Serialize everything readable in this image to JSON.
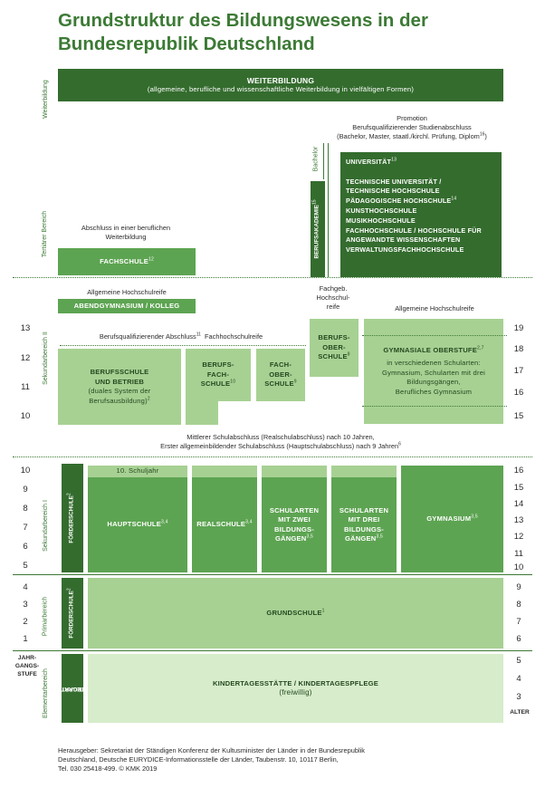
{
  "title_line1": "Grundstruktur des Bildungswesens in der",
  "title_line2": "Bundesrepublik Deutschland",
  "areas": {
    "weiterbildung": "Weiterbildung",
    "tertiaer": "Tertiärer Bereich",
    "sek2": "Sekundarbereich II",
    "sek1": "Sekundarbereich I",
    "primar": "Primarbereich",
    "elementar": "Elementarbereich"
  },
  "weiterbildung": {
    "title": "WEITERBILDUNG",
    "sub": "(allgemeine, berufliche und wissenschaftliche Weiterbildung in vielfältigen Formen)"
  },
  "promotion": {
    "line1": "Promotion",
    "line2": "Berufsqualifizierender Studienabschluss",
    "line3": "(Bachelor, Master, staatl./kirchl. Prüfung, Diplom",
    "line3_sup": "16",
    "line3_end": ")"
  },
  "bachelor": "Bachelor",
  "berufsakademie": "BERUFSAKADEMIE",
  "berufsakademie_sup": "15",
  "universities": [
    {
      "text": "UNIVERSITÄT",
      "sup": "13"
    },
    {
      "text": "",
      "sup": ""
    },
    {
      "text": "TECHNISCHE UNIVERSITÄT /",
      "sup": ""
    },
    {
      "text": "TECHNISCHE HOCHSCHULE",
      "sup": ""
    },
    {
      "text": "PÄDAGOGISCHE HOCHSCHULE",
      "sup": "14"
    },
    {
      "text": "KUNSTHOCHSCHULE",
      "sup": ""
    },
    {
      "text": "MUSIKHOCHSCHULE",
      "sup": ""
    },
    {
      "text": "FACHHOCHSCHULE / HOCHSCHULE FÜR",
      "sup": ""
    },
    {
      "text": "ANGEWANDTE WISSENSCHAFTEN",
      "sup": ""
    },
    {
      "text": "VERWALTUNGSFACHHOCHSCHULE",
      "sup": ""
    }
  ],
  "abschluss_beruf": {
    "line1": "Abschluss in einer beruflichen",
    "line2": "Weiterbildung"
  },
  "fachschule": {
    "text": "FACHSCHULE",
    "sup": "12"
  },
  "allg_hochschulreife_left": "Allgemeine Hochschulreife",
  "abendgymnasium": "ABENDGYMNASIUM / KOLLEG",
  "fachgeb": {
    "line1": "Fachgeb.",
    "line2": "Hochschul-",
    "line3": "reife"
  },
  "allg_hochschulreife_right": "Allgemeine Hochschulreife",
  "berufsqual": {
    "text": "Berufsqualifizierender Abschluss",
    "sup": "11",
    "text2": "Fachhochschulreife"
  },
  "berufsschule": {
    "line1": "BERUFSSCHULE",
    "line2": "UND BETRIEB",
    "line3": "(duales System der",
    "line4": "Berufsausbildung)",
    "sup": "2"
  },
  "berufsfachschule": {
    "line1": "BERUFS-",
    "line2": "FACH-",
    "line3": "SCHULE",
    "sup": "10"
  },
  "fachoberschule": {
    "line1": "FACH-",
    "line2": "OBER-",
    "line3": "SCHULE",
    "sup": "9"
  },
  "berufsoberschule": {
    "line1": "BERUFS-",
    "line2": "OBER-",
    "line3": "SCHULE",
    "sup": "8"
  },
  "gym_oberstufe": {
    "line1": "GYMNASIALE OBERSTUFE",
    "sup": "2,7",
    "line2": "in verschiedenen Schularten:",
    "line3": "Gymnasium, Schularten mit drei",
    "line4": "Bildungsgängen,",
    "line5": "Berufliches Gymnasium"
  },
  "mittlerer": {
    "line1": "Mittlerer Schulabschluss (Realschulabschluss) nach 10 Jahren,",
    "line2": "Erster allgemeinbildender Schulabschluss (Hauptschulabschluss) nach 9 Jahren",
    "sup": "6"
  },
  "schuljahr10": "10. Schuljahr",
  "foerderschule": "FÖRDERSCHULE",
  "foerderschule_sup": "2",
  "hauptschule": {
    "text": "HAUPTSCHULE",
    "sup": "3,4"
  },
  "realschule": {
    "text": "REALSCHULE",
    "sup": "3,4"
  },
  "zwei": {
    "line1": "SCHULARTEN",
    "line2": "MIT ZWEI",
    "line3": "BILDUNGS-",
    "line4": "GÄNGEN",
    "sup": "3,5"
  },
  "drei": {
    "line1": "SCHULARTEN",
    "line2": "MIT DREI",
    "line3": "BILDUNGS-",
    "line4": "GÄNGEN",
    "sup": "3,5"
  },
  "gymnasium": {
    "text": "GYMNASIUM",
    "sup": "3,5"
  },
  "grundschule": {
    "text": "GRUNDSCHULE",
    "sup": "1"
  },
  "integrativer": {
    "line1": "INTEGRATIVER",
    "line2": "KINDERGARTEN"
  },
  "kita": {
    "line1": "KINDERTAGESSTÄTTE / KINDERTAGESPFLEGE",
    "line2": "(freiwillig)"
  },
  "jahrgangsstufe": {
    "line1": "JAHR-",
    "line2": "GANGS-",
    "line3": "STUFE"
  },
  "alter": "ALTER",
  "left_numbers_sek2": [
    "13",
    "12",
    "11",
    "10"
  ],
  "left_numbers_sek1": [
    "10",
    "9",
    "8",
    "7",
    "6",
    "5"
  ],
  "left_numbers_primar": [
    "4",
    "3",
    "2",
    "1"
  ],
  "right_numbers_sek2": [
    "19",
    "18",
    "17",
    "16",
    "15"
  ],
  "right_numbers_sek1": [
    "16",
    "15",
    "14",
    "13",
    "12",
    "11",
    "10"
  ],
  "right_numbers_primar": [
    "9",
    "8",
    "7",
    "6"
  ],
  "right_numbers_elem": [
    "5",
    "4",
    "3"
  ],
  "footer": {
    "line1": "Herausgeber: Sekretariat der Ständigen Konferenz der Kultusminister der Länder in der Bundesrepublik",
    "line2": "Deutschland, Deutsche EURYDICE-Informationsstelle der Länder, Taubenstr. 10, 10117 Berlin,",
    "line3": "Tel. 030 25418-499. © KMK 2019"
  },
  "colors": {
    "dark": "#346c2e",
    "mid": "#5da452",
    "light": "#a7d193",
    "pale": "#d6ecca",
    "title": "#3c7a35"
  }
}
